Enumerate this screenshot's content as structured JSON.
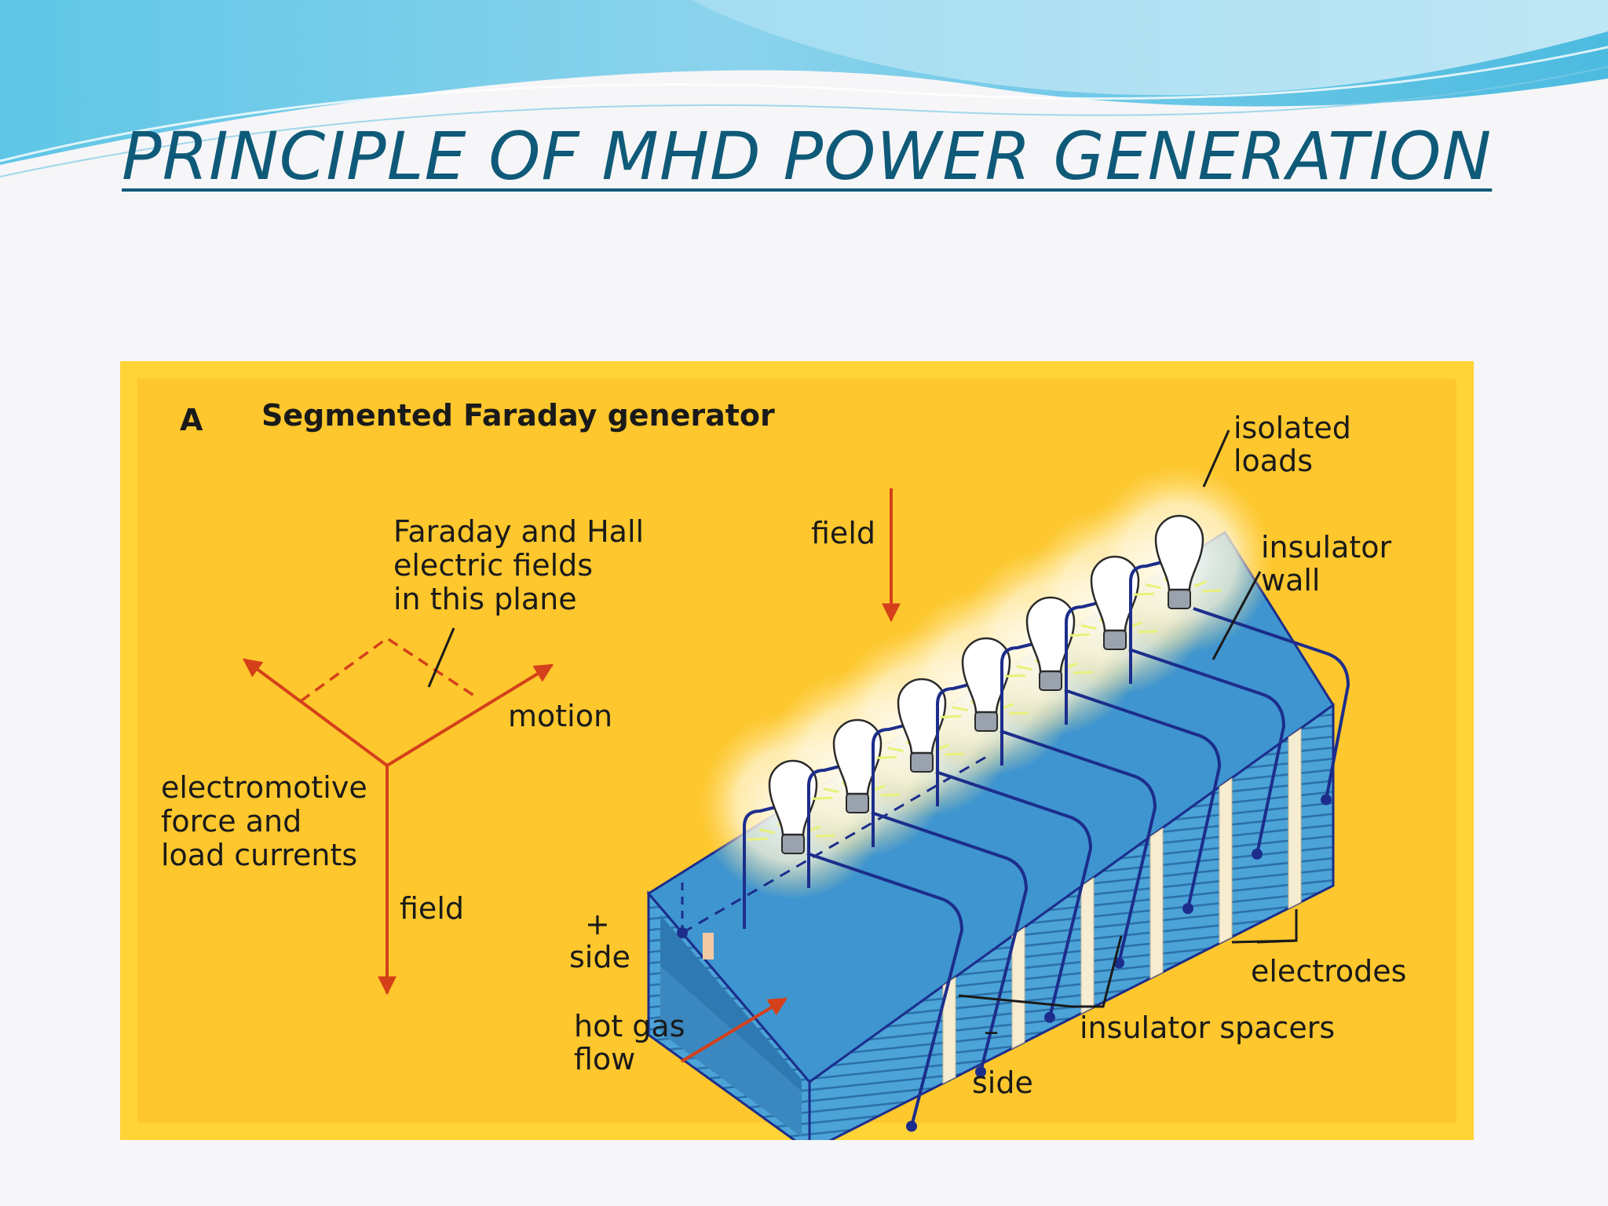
{
  "slide": {
    "title": "PRINCIPLE OF MHD POWER GENERATION"
  },
  "diagram": {
    "panel_letter": "A",
    "heading": "Segmented Faraday generator",
    "axes_labels": {
      "plane_note": [
        "Faraday and Hall",
        "electric fields",
        "in this plane"
      ],
      "motion": "motion",
      "emf": [
        "electromotive",
        "force and",
        "load currents"
      ],
      "field": "field"
    },
    "generator_labels": {
      "field": "field",
      "isolated_loads": [
        "isolated",
        "loads"
      ],
      "insulator_wall": [
        "insulator",
        "wall"
      ],
      "plus_sign": "+",
      "plus_side": "side",
      "hot_gas_flow": [
        "hot gas",
        "flow"
      ],
      "minus_sign": "–",
      "minus_side": "side",
      "insulator_spacers": "insulator spacers",
      "electrodes": "electrodes"
    },
    "colors": {
      "background": "#ffd436",
      "arrow": "#d4401a",
      "duct_side": "#4ba3d8",
      "duct_top": "#3f95cf",
      "wire": "#1c2d8c",
      "spacer": "#f6ecd2",
      "bulb": "#ffffff"
    }
  }
}
